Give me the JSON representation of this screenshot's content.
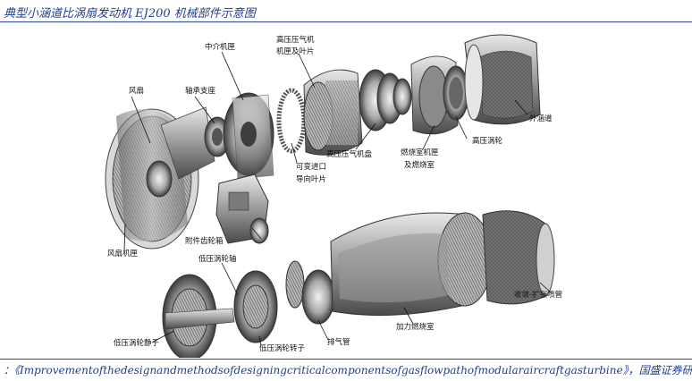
{
  "title": "典型小涵道比涡扇发动机 EJ200 机械部件示意图",
  "source": "：《Improvementofthedesignandmethodsofdesigningcriticalcomponentsofgasflowpathofmodularaircraftgasturbine》，国盛证券研究所",
  "labels": {
    "fan": "风扇",
    "bearing_support": "轴承支座",
    "intermediate_case": "中介机匣",
    "hpc_case_line1": "高压压气机",
    "hpc_case_line2": "机匣及叶片",
    "vigv_line1": "可变进口",
    "vigv_line2": "导向叶片",
    "hpc_disk": "高压压气机盘",
    "combustor_line1": "燃烧室机匣",
    "combustor_line2": "及燃烧室",
    "hpt": "高压涡轮",
    "outer_bypass": "外涵道",
    "fan_case": "风扇机匣",
    "accessory_gearbox": "附件齿轮箱",
    "lp_shaft": "低压涡轮轴",
    "lpt_stator": "低压涡轮静子",
    "lpt_rotor": "低压涡轮转子",
    "exhaust_cone": "排气管",
    "afterburner": "加力燃烧室",
    "nozzle": "收敛-扩张喷管"
  }
}
